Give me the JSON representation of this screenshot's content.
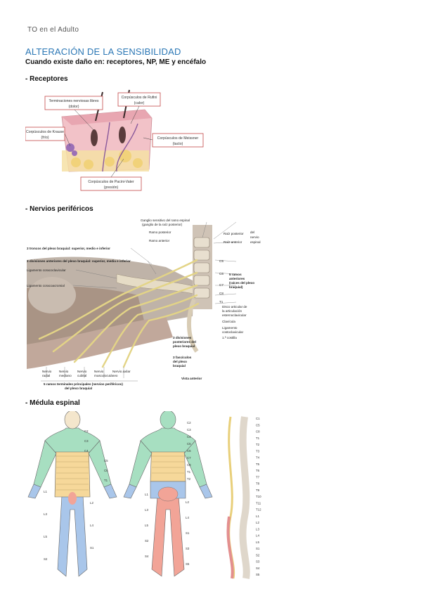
{
  "header": {
    "text": "TO en el Adulto"
  },
  "title": "ALTERACIÓN DE LA SENSIBILIDAD",
  "subtitle": "Cuando existe daño en: receptores, NP, ME y encéfalo",
  "sections": {
    "receptors": {
      "heading": "- Receptores",
      "labels": {
        "free_endings": [
          "Terminaciones nerviosas libres",
          "(dolor)"
        ],
        "ruffini": [
          "Corpúsculos de Rufini",
          "(calor)"
        ],
        "krause": [
          "Corpúsculos de Krause",
          "(frío)"
        ],
        "meissner": [
          "Corpúsculos de Meissner",
          "(tacto)"
        ],
        "pacini": [
          "Corpúsculos de Pacini-Vater",
          "(presión)"
        ]
      }
    },
    "nerves": {
      "heading": "- Nervios periféricos",
      "labels": {
        "ganglion": [
          "Ganglio sensitivo del ramo espinal",
          "(ganglio de la raíz posterior)"
        ],
        "ramo_posterior": "Ramo posterior",
        "ramo_anterior": "Ramo anterior",
        "raiz_posterior": "Raíz posterior",
        "raiz_anterior": "Raíz anterior",
        "del_nervio": [
          "del",
          "nervio",
          "espinal"
        ],
        "troncos": "3 troncos del plexo braquial: superior, medio e inferior",
        "divisiones_ant": "3 divisiones anteriores del plexo braquial: superior, media e inferior",
        "lig_coracoclav": "Ligamento coracoclavicular",
        "lig_coracoacrom": "Ligamento coracoacromial",
        "c5": "C5",
        "c6": "C6",
        "c7": "C7",
        "c8": "C8",
        "t1": "T1",
        "ramos_ant": [
          "5 ramos",
          "anteriores",
          "(raíces del plexo",
          "braquial)"
        ],
        "disco": [
          "Disco articular de",
          "la articulación",
          "esternoclavicular"
        ],
        "clavicula": "Clavícula",
        "lig_costoclav": [
          "Ligamento",
          "costoclavicular"
        ],
        "costilla": "1.ª costilla",
        "div_post": [
          "3 divisiones",
          "posteriores del",
          "plexo braquial"
        ],
        "fasciculos": [
          "3 fascículos",
          "del plexo",
          "braquial"
        ],
        "vista": "Vista anterior",
        "n_radial": [
          "Nervio",
          "radial"
        ],
        "n_mediano": [
          "Nervio",
          "mediano"
        ],
        "n_cubital": [
          "Nervio",
          "cubital"
        ],
        "n_musculo": [
          "Nervio",
          "musculocutáneo"
        ],
        "n_axilar": [
          "Nervio axilar"
        ],
        "ramos_term": [
          "5 ramos terminales principales (nervios periféricos)",
          "del plexo braquial"
        ]
      }
    },
    "spinal": {
      "heading": "- Médula espinal",
      "spine_labels": [
        "C1",
        "C5",
        "C8",
        "T1",
        "T2",
        "T3",
        "T4",
        "T5",
        "T6",
        "T7",
        "T8",
        "T9",
        "T10",
        "T11",
        "T12",
        "L1",
        "L2",
        "L3",
        "L4",
        "L5",
        "S1",
        "S2",
        "S3",
        "S4",
        "S5"
      ],
      "front_labels": [
        "C2",
        "C3",
        "C4",
        "C5",
        "C6",
        "T1",
        "L1",
        "L2",
        "L3",
        "L4",
        "L5",
        "S1",
        "S2"
      ],
      "back_labels": [
        "C2",
        "C3",
        "C4",
        "C5",
        "C6",
        "C7",
        "C8",
        "T1",
        "T2",
        "L1",
        "L2",
        "L3",
        "L4",
        "L5",
        "S1",
        "S2",
        "S3",
        "S4",
        "S5"
      ]
    }
  },
  "colors": {
    "title": "#2b77b5",
    "skin": "#f2c2c8",
    "cervical": "#a7dfc1",
    "thoracic": "#f6d89a",
    "lumbar": "#a9c6ea",
    "sacral": "#f2a497",
    "nerve": "#e3d486"
  }
}
